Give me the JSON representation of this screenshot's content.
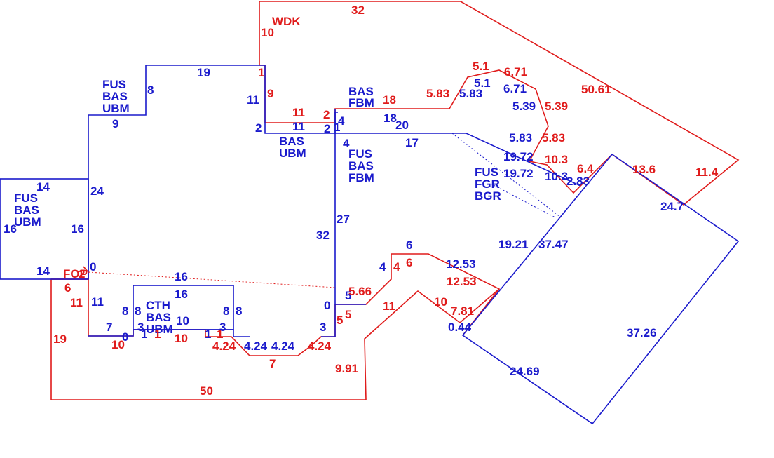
{
  "colors": {
    "red": "#e01b1b",
    "blue": "#1a1acc",
    "background": "#ffffff"
  },
  "area_labels": {
    "wdk": "WDK",
    "fop": "FOP",
    "left_block": [
      "FUS",
      "BAS",
      "UBM"
    ],
    "upper_left": [
      "FUS",
      "BAS",
      "UBM"
    ],
    "center_top": [
      "BAS",
      "FBM"
    ],
    "center_mid_bas": "BAS",
    "center_mid_ubm": "UBM",
    "center_main": [
      "FUS",
      "BAS",
      "FBM"
    ],
    "right_wing": [
      "FUS",
      "FGR",
      "BGR"
    ],
    "small_room": [
      "CTH",
      "BAS",
      "UBM"
    ]
  },
  "red_dims": {
    "wdk_top": "32",
    "wdk_left": "10",
    "wdk_diag": "50.61",
    "wdk_right": "11.4",
    "r_1": "1",
    "r_9": "9",
    "r_11_top": "11",
    "r_2_top": "2",
    "r_18": "18",
    "r_583a": "5.83",
    "r_51": "5.1",
    "r_671": "6.71",
    "r_539": "5.39",
    "r_583b": "5.83",
    "r_103": "10.3",
    "r_64": "6.4",
    "r_136": "13.6",
    "r_2_fop": "2",
    "r_6_fop": "6",
    "r_11_left": "11",
    "r_19": "19",
    "r_50": "50",
    "r_10_bot": "10",
    "r_1_bot": "1",
    "r_10_mid": "10",
    "r_1_mid": "1",
    "r_424a": "4.24",
    "r_7": "7",
    "r_424b": "4.24",
    "r_991": "9.91",
    "r_5": "5",
    "r_566": "5.66",
    "r_4": "4",
    "r_6": "6",
    "r_1253": "12.53",
    "r_11_step": "11",
    "r_10_step": "10",
    "r_781": "7.81"
  },
  "blue_dims": {
    "b_19": "19",
    "b_8": "8",
    "b_9": "9",
    "b_11": "11",
    "b_2": "2",
    "b_11b": "11",
    "b_2b": "2",
    "b_1": "1",
    "b_4a": "4",
    "b_4b": "4",
    "b_18": "18",
    "b_20": "20",
    "b_17": "17",
    "b_583a": "5.83",
    "b_51": "5.1",
    "b_671": "6.71",
    "b_539": "5.39",
    "b_583b": "5.83",
    "b_1972a": "19.72",
    "b_1972b": "19.72",
    "b_103": "10.3",
    "b_283": "2.83",
    "b_247": "24.7",
    "b_14a": "14",
    "b_24": "24",
    "b_16a": "16",
    "b_16b": "16",
    "b_14b": "14",
    "b_0a": "0",
    "b_32": "32",
    "b_27": "27",
    "b_16c": "16",
    "b_16d": "16",
    "b_11c": "11",
    "b_8a": "8",
    "b_8b": "8",
    "b_8c": "8",
    "b_8d": "8",
    "b_7": "7",
    "b_0b": "0",
    "b_3a": "3",
    "b_10": "10",
    "b_1b": "1",
    "b_3b": "3",
    "b_424": "4.24",
    "b_424b": "4.24",
    "b_3c": "3",
    "b_0c": "0",
    "b_5": "5",
    "b_4c": "4",
    "b_6": "6",
    "b_1253": "12.53",
    "b_044": "0.44",
    "b_1921": "19.21",
    "b_3747": "37.47",
    "b_3726": "37.26",
    "b_2469": "24.69"
  }
}
